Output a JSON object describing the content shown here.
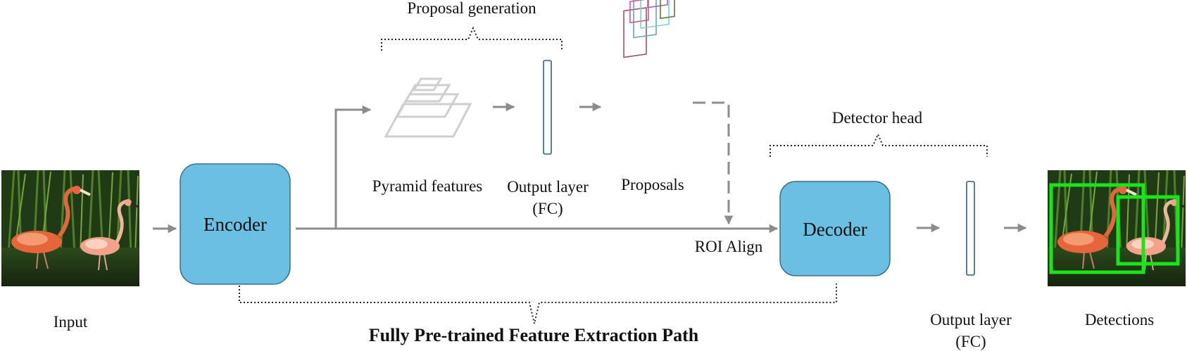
{
  "labels": {
    "input": "Input",
    "encoder": "Encoder",
    "proposal_generation": "Proposal generation",
    "pyramid_features": "Pyramid features",
    "output_layer_1_line1": "Output layer",
    "output_layer_1_line2": "(FC)",
    "proposals": "Proposals",
    "detector_head": "Detector head",
    "roi_align": "ROI Align",
    "decoder": "Decoder",
    "output_layer_2_line1": "Output layer",
    "output_layer_2_line2": "(FC)",
    "detections": "Detections",
    "path_title": "Fully Pre-trained Feature Extraction Path"
  },
  "colors": {
    "block_fill": "#6bbfe2",
    "block_stroke": "#3a6e8f",
    "arrow": "#8c8c8c",
    "fc_stroke": "#2e5f8a",
    "pyramid": "#cfcfcf",
    "detection_box": "#19e619",
    "bracket": "#222222"
  },
  "icons": {
    "input_image": "flamingo-photo",
    "output_image": "flamingo-photo-with-boxes",
    "pyramid": "stacked-planes-icon",
    "proposals": "overlapping-boxes-icon"
  }
}
